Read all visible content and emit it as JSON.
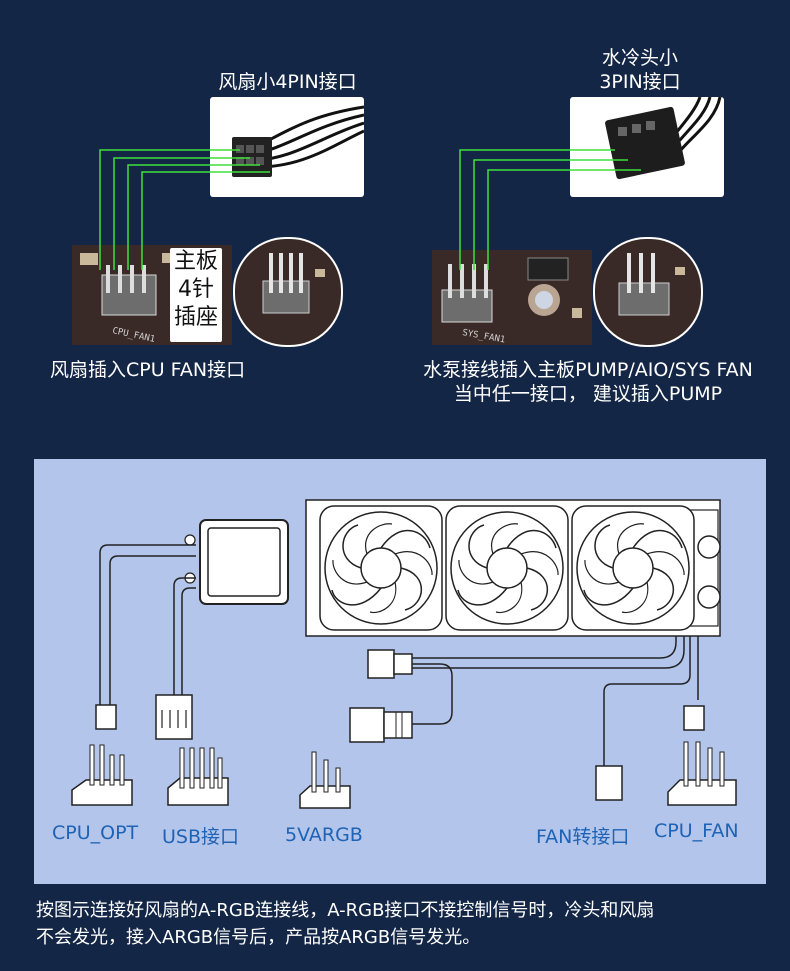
{
  "top": {
    "fan_connector_label": "风扇小4PIN接口",
    "pump_connector_label_line1": "水冷头小",
    "pump_connector_label_line2": "3PIN接口",
    "mb_header_badge_line1": "主板",
    "mb_header_badge_line2": "4针",
    "mb_header_badge_line3": "插座",
    "fan_caption": "风扇插入CPU FAN接口",
    "pump_caption_line1": "水泵接线插入主板PUMP/AIO/SYS FAN",
    "pump_caption_line2": "当中任一接口， 建议插入PUMP",
    "silkscreen_cpu": "CPU_FAN1",
    "silkscreen_sys": "SYS_FAN1"
  },
  "diagram": {
    "labels": [
      "CPU_OPT",
      "USB接口",
      "5VARGB",
      "FAN转接口",
      "CPU_FAN"
    ]
  },
  "note": {
    "line1": "按图示连接好风扇的A-RGB连接线，A-RGB接口不接控制信号时，冷头和风扇",
    "line2": "不会发光，接入ARGB信号后，产品按ARGB信号发光。"
  },
  "colors": {
    "background": "#132646",
    "panel": "#b3c5ea",
    "label_blue": "#1e63b6",
    "wire_green": "#3de03d"
  }
}
